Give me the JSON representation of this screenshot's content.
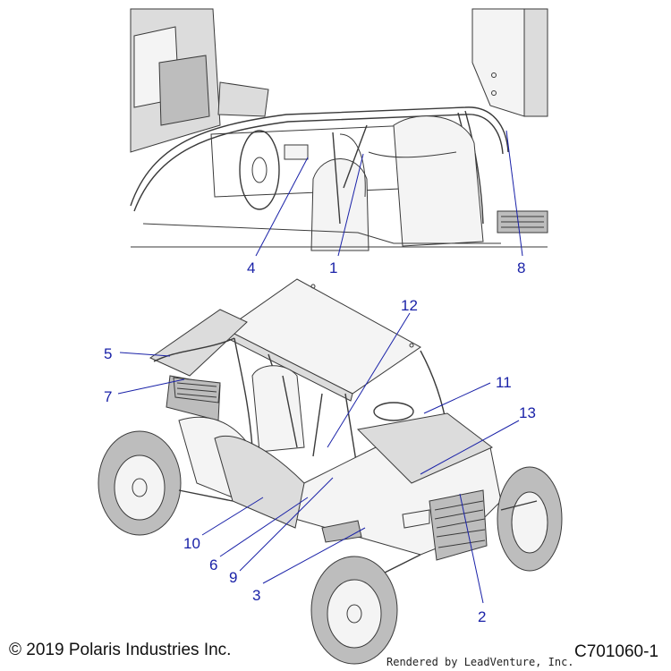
{
  "callouts": {
    "c1": "1",
    "c2": "2",
    "c3": "3",
    "c4": "4",
    "c5": "5",
    "c6": "6",
    "c7": "7",
    "c8": "8",
    "c9": "9",
    "c10": "10",
    "c11": "11",
    "c12": "12",
    "c13": "13"
  },
  "footer": {
    "copyright": "© 2019 Polaris Industries Inc.",
    "rendered_by": "Rendered by LeadVenture, Inc.",
    "part_number": "C701060-1"
  },
  "colors": {
    "callout": "#1a22a8",
    "line_art": "#3a3a3a",
    "panel_fill": "#dcdcdc"
  }
}
